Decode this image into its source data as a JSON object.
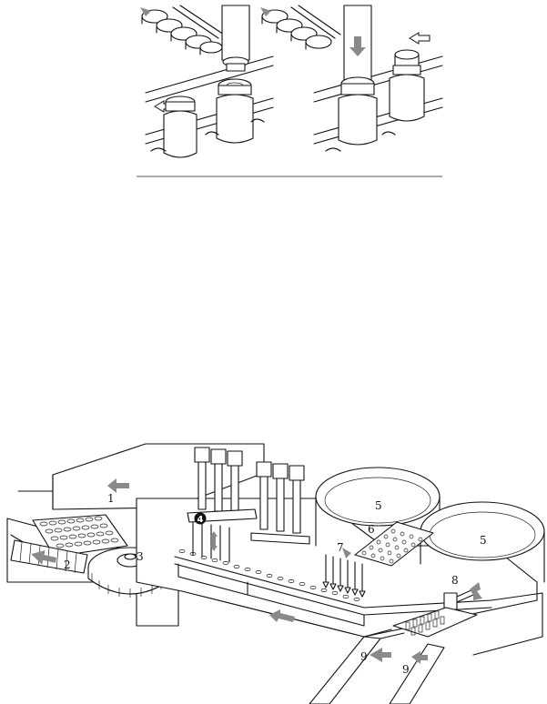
{
  "callouts": [
    {
      "id": "1",
      "text": "1"
    },
    {
      "id": "2",
      "text": "2"
    },
    {
      "id": "3",
      "text": "3"
    },
    {
      "id": "4",
      "text": "4"
    },
    {
      "id": "5a",
      "text": "5"
    },
    {
      "id": "5b",
      "text": "5"
    },
    {
      "id": "6",
      "text": "6"
    },
    {
      "id": "7",
      "text": "7"
    },
    {
      "id": "8",
      "text": "8"
    },
    {
      "id": "9a",
      "text": "9"
    },
    {
      "id": "9b",
      "text": "9"
    }
  ],
  "colors": {
    "ink": "#111111",
    "arrow": "#8a8a8a",
    "badge": "#111111"
  }
}
